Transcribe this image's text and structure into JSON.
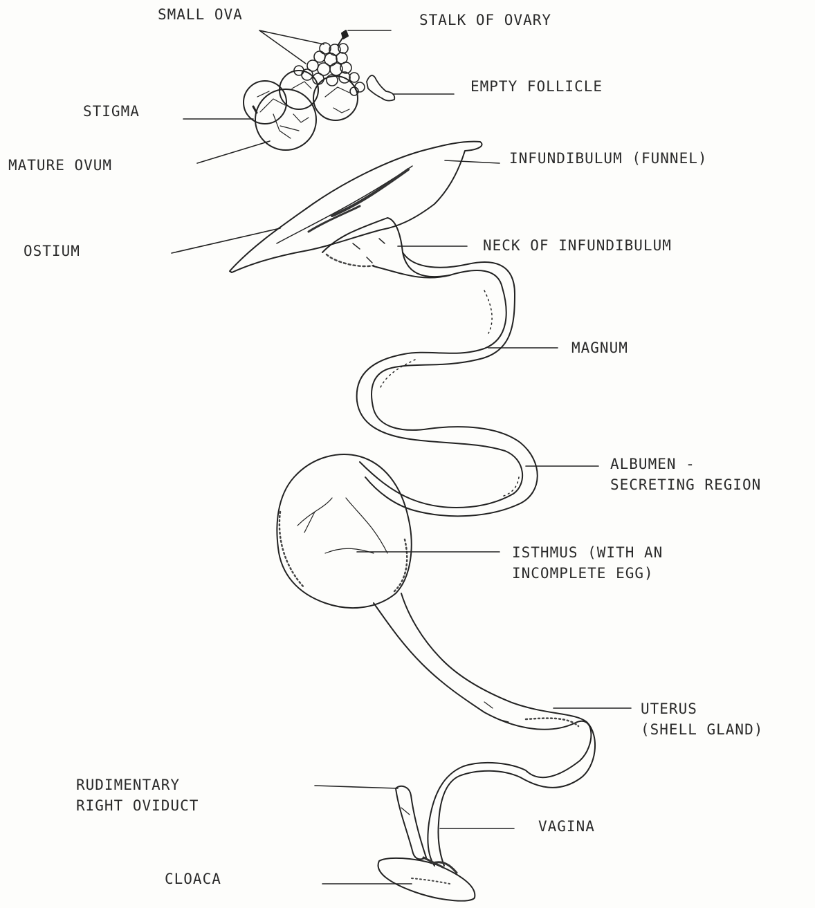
{
  "labels": {
    "small_ova": "SMALL OVA",
    "stalk_of_ovary": "STALK OF OVARY",
    "empty_follicle": "EMPTY FOLLICLE",
    "stigma": "STIGMA",
    "mature_ovum": "MATURE OVUM",
    "infundibulum": "INFUNDIBULUM (FUNNEL)",
    "ostium": "OSTIUM",
    "neck_of_infundibulum": "NECK OF INFUNDIBULUM",
    "magnum": "MAGNUM",
    "albumen_line1": "ALBUMEN -",
    "albumen_line2": "SECRETING REGION",
    "isthmus_line1": "ISTHMUS (WITH AN",
    "isthmus_line2": "INCOMPLETE EGG)",
    "uterus_line1": "UTERUS",
    "uterus_line2": "(SHELL GLAND)",
    "rudimentary_line1": "RUDIMENTARY",
    "rudimentary_line2": "RIGHT OVIDUCT",
    "vagina": "VAGINA",
    "cloaca": "CLOACA"
  },
  "colors": {
    "ink": "#222222",
    "paper": "#fdfdfb"
  }
}
